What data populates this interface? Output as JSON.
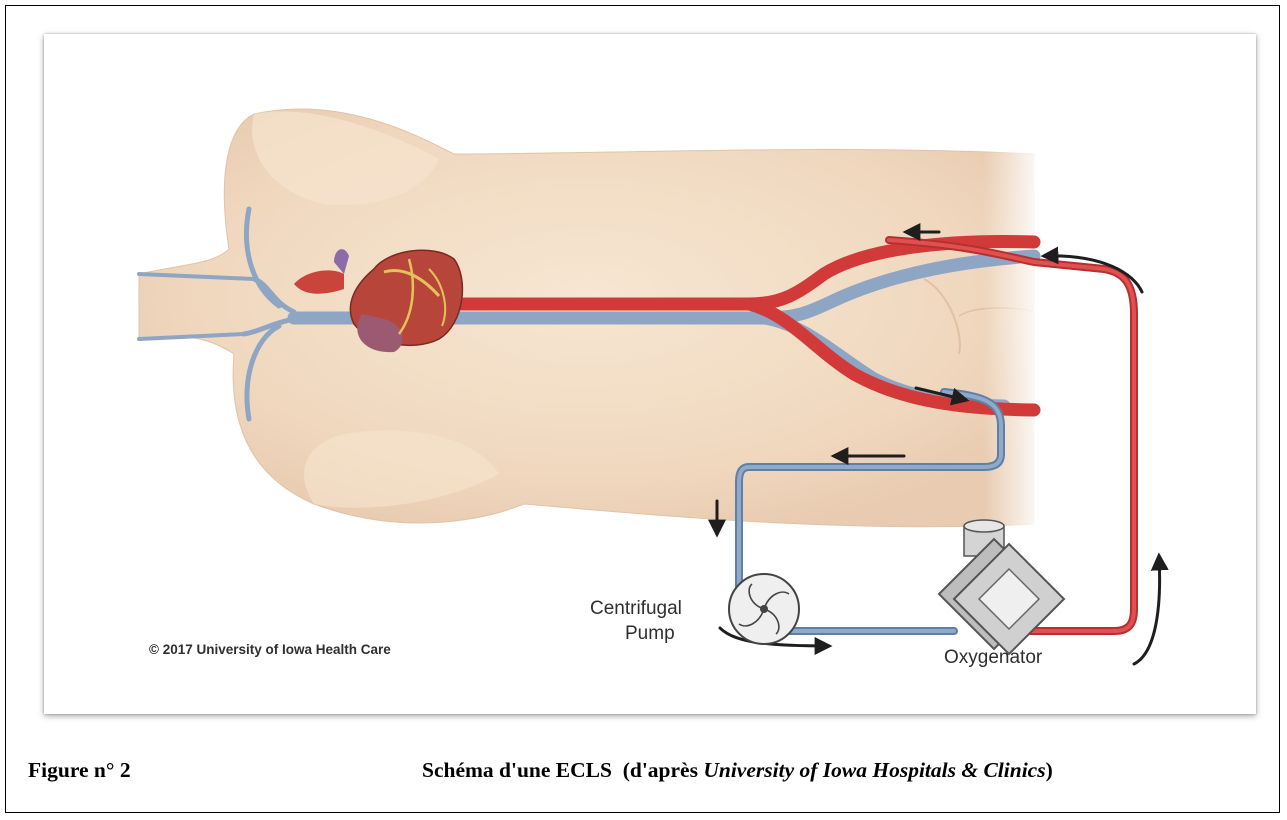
{
  "figure": {
    "copyright": "© 2017 University of Iowa Health Care",
    "labels": {
      "pump_line1": "Centrifugal",
      "pump_line2": "Pump",
      "oxygenator": "Oxygenator"
    },
    "colors": {
      "skin": "#f1dcc4",
      "artery": "#d23a3a",
      "vein": "#7f9cbe",
      "heart": "#b8453a"
    }
  },
  "caption": {
    "number": "Figure n° 2",
    "title_prefix": "Schéma d'une ECLS  (d'après ",
    "title_source": "University of Iowa Hospitals & Clinics",
    "title_suffix": ")"
  }
}
